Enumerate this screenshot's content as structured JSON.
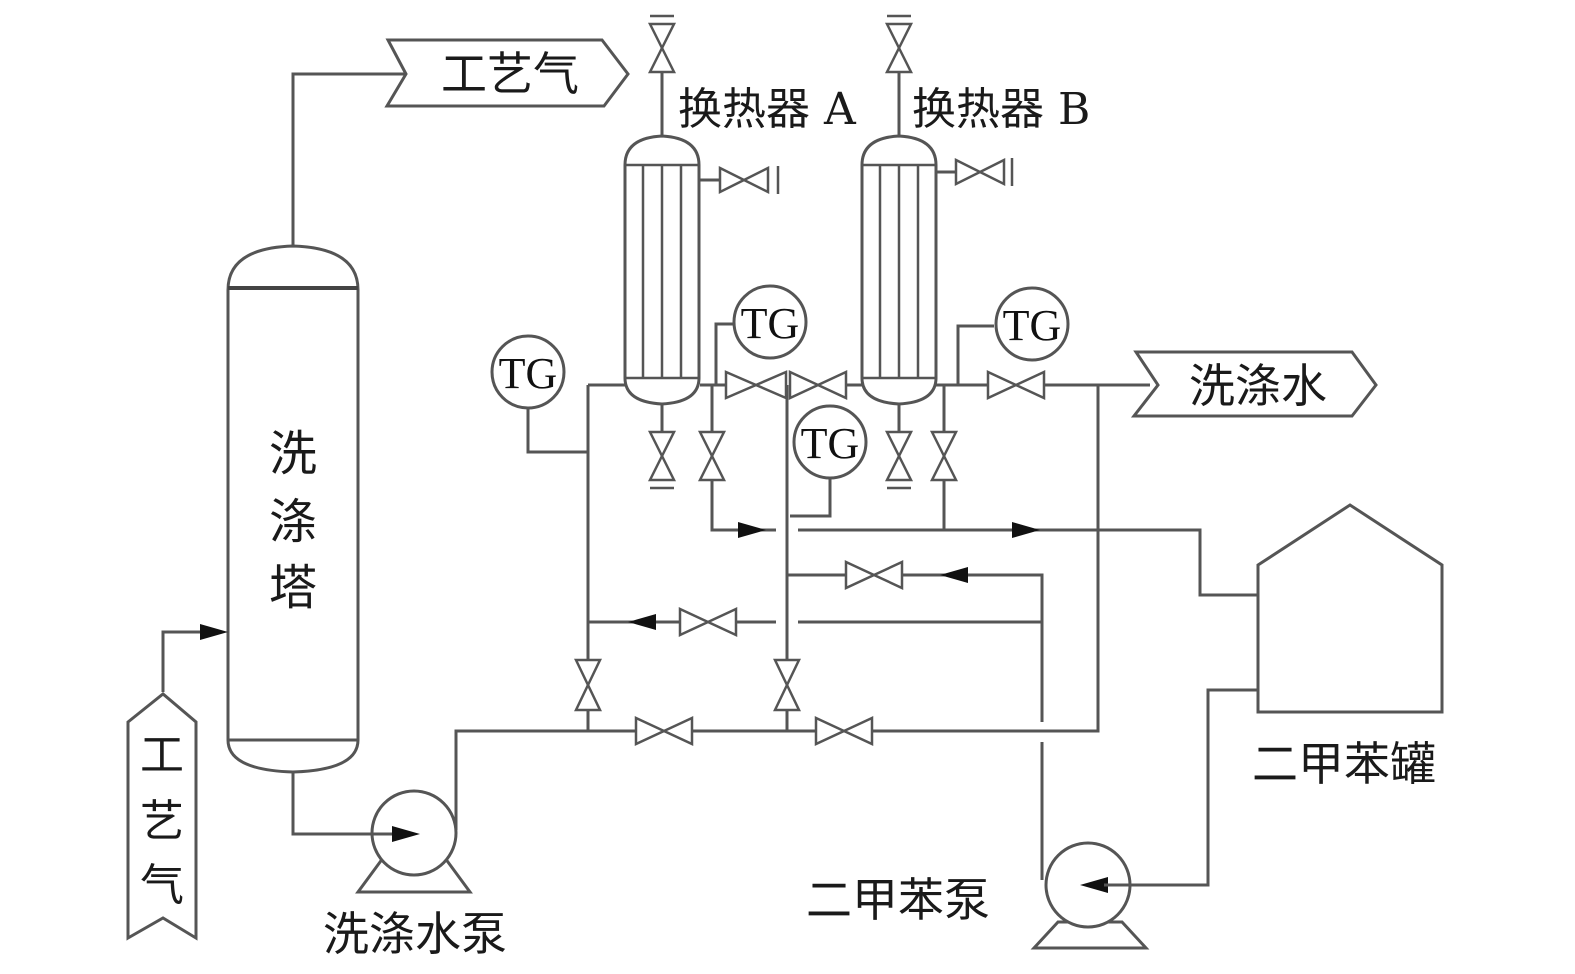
{
  "diagram": {
    "type": "process-flow-diagram",
    "colors": {
      "line": "#555555",
      "text": "#1a1a1a",
      "arrow": "#111111",
      "background": "#ffffff"
    },
    "equipment": {
      "wash_tower": {
        "label": "洗涤塔"
      },
      "heat_exchanger_a": {
        "label": "换热器 A"
      },
      "heat_exchanger_b": {
        "label": "换热器 B"
      },
      "wash_water_pump": {
        "label": "洗涤水泵"
      },
      "xylene_pump": {
        "label": "二甲苯泵"
      },
      "xylene_tank": {
        "label": "二甲苯罐"
      }
    },
    "streams": {
      "process_gas_out": {
        "label": "工艺气"
      },
      "process_gas_in": {
        "label": "工艺气"
      },
      "wash_water_out": {
        "label": "洗涤水"
      }
    },
    "instruments": {
      "tg_1": {
        "label": "TG"
      },
      "tg_2": {
        "label": "TG"
      },
      "tg_3": {
        "label": "TG"
      },
      "tg_4": {
        "label": "TG"
      }
    }
  }
}
